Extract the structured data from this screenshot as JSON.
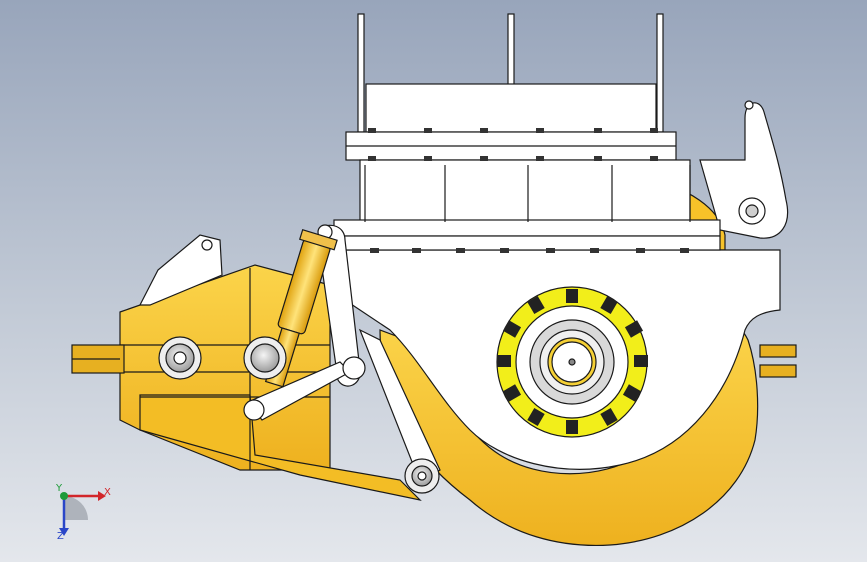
{
  "viewport": {
    "background_top": "#98a5bb",
    "background_bottom": "#e4e7ec",
    "model": {
      "housing_color": "#f7c229",
      "housing_edge": "#6b5310",
      "bracket_color": "#ffffff",
      "edge_color": "#1a1a1a",
      "bearing_color": "#dddddd",
      "bolt_ring_color": "#f2ee1a"
    }
  },
  "triad": {
    "x_label": "X",
    "y_label": "Y",
    "z_label": "Z",
    "x_color": "#d2262a",
    "y_color": "#1f9b3a",
    "z_color": "#2a46c8"
  }
}
